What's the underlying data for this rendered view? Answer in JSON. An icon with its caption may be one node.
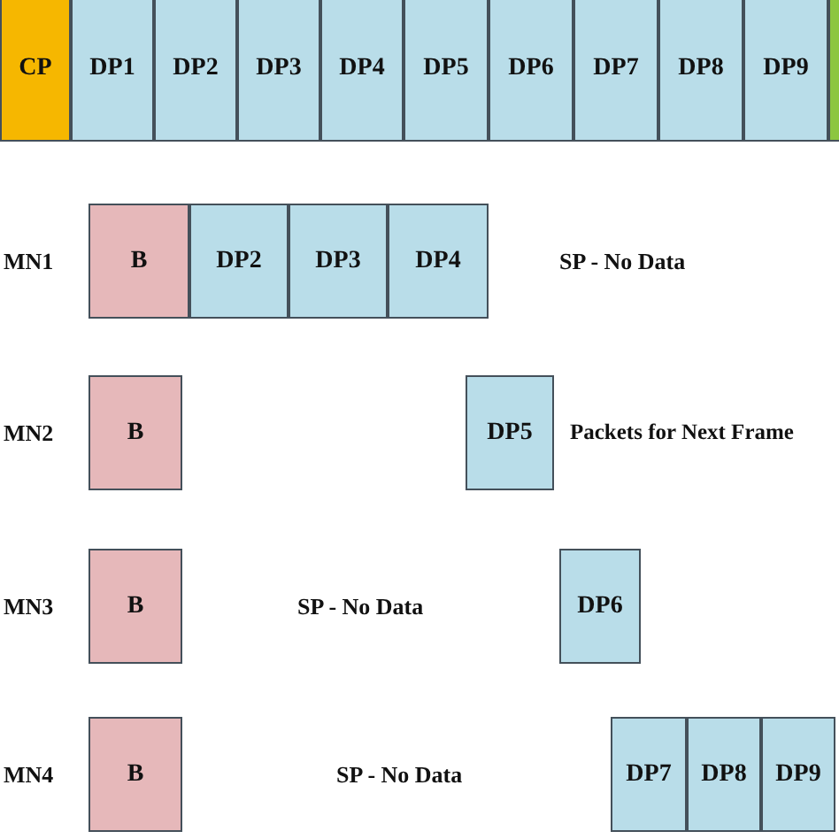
{
  "diagram": {
    "nodes": [
      {
        "text": [
          "CP"
        ]
      },
      {
        "text": [
          "DP1"
        ]
      },
      {
        "text": [
          "DP2"
        ]
      },
      {
        "text": [
          "DP3"
        ]
      },
      {
        "text": [
          "DP4"
        ]
      },
      {
        "text": [
          "DP5"
        ]
      },
      {
        "text": [
          "DP6"
        ]
      },
      {
        "text": [
          "DP7"
        ]
      },
      {
        "text": [
          "DP8"
        ]
      },
      {
        "text": [
          "DP9"
        ]
      },
      {
        "text": [],
        "shape": "box"
      },
      {
        "text": [
          "B"
        ]
      },
      {
        "text": [
          "DP2"
        ]
      },
      {
        "text": [
          "DP3"
        ]
      },
      {
        "text": [
          "DP4"
        ]
      },
      {
        "text": [
          "B"
        ]
      },
      {
        "text": [
          "DP5"
        ]
      },
      {
        "text": [
          "B"
        ]
      },
      {
        "text": [
          "DP6"
        ]
      },
      {
        "text": [
          "B"
        ]
      },
      {
        "text": [
          "DP7"
        ]
      },
      {
        "text": [
          "DP8"
        ]
      },
      {
        "text": [
          "DP9"
        ]
      }
    ],
    "labels": [
      "MN1",
      "SP - No Data",
      "MN2",
      "Packets for Next Frame",
      "MN3",
      "SP - No Data",
      "MN4",
      "SP - No Data"
    ]
  }
}
